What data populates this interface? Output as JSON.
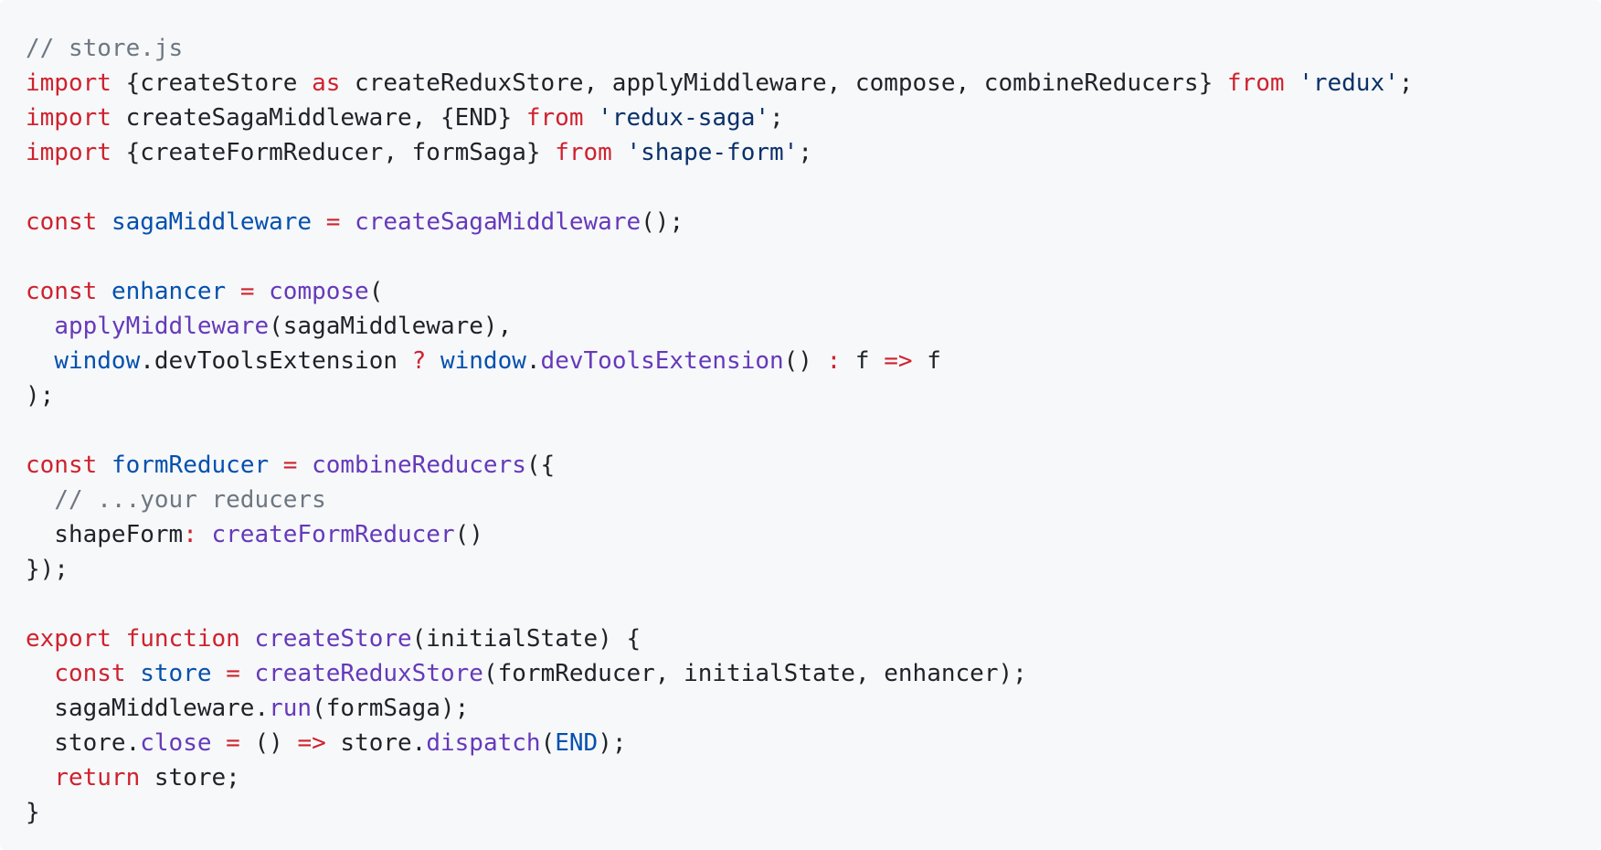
{
  "code": {
    "filename_comment": "// store.js",
    "lines": [
      [
        {
          "t": "// store.js",
          "c": "cm"
        }
      ],
      [
        {
          "t": "import",
          "c": "kw"
        },
        {
          "t": " {createStore ",
          "c": "plain"
        },
        {
          "t": "as",
          "c": "kw"
        },
        {
          "t": " createReduxStore, applyMiddleware, compose, combineReducers} ",
          "c": "plain"
        },
        {
          "t": "from",
          "c": "kw"
        },
        {
          "t": " ",
          "c": "plain"
        },
        {
          "t": "'redux'",
          "c": "str"
        },
        {
          "t": ";",
          "c": "plain"
        }
      ],
      [
        {
          "t": "import",
          "c": "kw"
        },
        {
          "t": " createSagaMiddleware, {END} ",
          "c": "plain"
        },
        {
          "t": "from",
          "c": "kw"
        },
        {
          "t": " ",
          "c": "plain"
        },
        {
          "t": "'redux-saga'",
          "c": "str"
        },
        {
          "t": ";",
          "c": "plain"
        }
      ],
      [
        {
          "t": "import",
          "c": "kw"
        },
        {
          "t": " {createFormReducer, formSaga} ",
          "c": "plain"
        },
        {
          "t": "from",
          "c": "kw"
        },
        {
          "t": " ",
          "c": "plain"
        },
        {
          "t": "'shape-form'",
          "c": "str"
        },
        {
          "t": ";",
          "c": "plain"
        }
      ],
      [],
      [
        {
          "t": "const",
          "c": "kw"
        },
        {
          "t": " ",
          "c": "plain"
        },
        {
          "t": "sagaMiddleware",
          "c": "var"
        },
        {
          "t": " ",
          "c": "plain"
        },
        {
          "t": "=",
          "c": "kw"
        },
        {
          "t": " ",
          "c": "plain"
        },
        {
          "t": "createSagaMiddleware",
          "c": "fn"
        },
        {
          "t": "();",
          "c": "plain"
        }
      ],
      [],
      [
        {
          "t": "const",
          "c": "kw"
        },
        {
          "t": " ",
          "c": "plain"
        },
        {
          "t": "enhancer",
          "c": "var"
        },
        {
          "t": " ",
          "c": "plain"
        },
        {
          "t": "=",
          "c": "kw"
        },
        {
          "t": " ",
          "c": "plain"
        },
        {
          "t": "compose",
          "c": "fn"
        },
        {
          "t": "(",
          "c": "plain"
        }
      ],
      [
        {
          "t": "  ",
          "c": "plain"
        },
        {
          "t": "applyMiddleware",
          "c": "fn"
        },
        {
          "t": "(sagaMiddleware),",
          "c": "plain"
        }
      ],
      [
        {
          "t": "  ",
          "c": "plain"
        },
        {
          "t": "window",
          "c": "var"
        },
        {
          "t": ".devToolsExtension ",
          "c": "plain"
        },
        {
          "t": "?",
          "c": "kw"
        },
        {
          "t": " ",
          "c": "plain"
        },
        {
          "t": "window",
          "c": "var"
        },
        {
          "t": ".",
          "c": "plain"
        },
        {
          "t": "devToolsExtension",
          "c": "fn"
        },
        {
          "t": "() ",
          "c": "plain"
        },
        {
          "t": ":",
          "c": "kw"
        },
        {
          "t": " f ",
          "c": "plain"
        },
        {
          "t": "=>",
          "c": "kw"
        },
        {
          "t": " f",
          "c": "plain"
        }
      ],
      [
        {
          "t": ");",
          "c": "plain"
        }
      ],
      [],
      [
        {
          "t": "const",
          "c": "kw"
        },
        {
          "t": " ",
          "c": "plain"
        },
        {
          "t": "formReducer",
          "c": "var"
        },
        {
          "t": " ",
          "c": "plain"
        },
        {
          "t": "=",
          "c": "kw"
        },
        {
          "t": " ",
          "c": "plain"
        },
        {
          "t": "combineReducers",
          "c": "fn"
        },
        {
          "t": "({",
          "c": "plain"
        }
      ],
      [
        {
          "t": "  ",
          "c": "plain"
        },
        {
          "t": "// ...your reducers",
          "c": "cm"
        }
      ],
      [
        {
          "t": "  shapeForm",
          "c": "plain"
        },
        {
          "t": ":",
          "c": "kw"
        },
        {
          "t": " ",
          "c": "plain"
        },
        {
          "t": "createFormReducer",
          "c": "fn"
        },
        {
          "t": "()",
          "c": "plain"
        }
      ],
      [
        {
          "t": "});",
          "c": "plain"
        }
      ],
      [],
      [
        {
          "t": "export",
          "c": "kw"
        },
        {
          "t": " ",
          "c": "plain"
        },
        {
          "t": "function",
          "c": "kw"
        },
        {
          "t": " ",
          "c": "plain"
        },
        {
          "t": "createStore",
          "c": "fn"
        },
        {
          "t": "(initialState) {",
          "c": "plain"
        }
      ],
      [
        {
          "t": "  ",
          "c": "plain"
        },
        {
          "t": "const",
          "c": "kw"
        },
        {
          "t": " ",
          "c": "plain"
        },
        {
          "t": "store",
          "c": "var"
        },
        {
          "t": " ",
          "c": "plain"
        },
        {
          "t": "=",
          "c": "kw"
        },
        {
          "t": " ",
          "c": "plain"
        },
        {
          "t": "createReduxStore",
          "c": "fn"
        },
        {
          "t": "(formReducer, initialState, enhancer);",
          "c": "plain"
        }
      ],
      [
        {
          "t": "  sagaMiddleware.",
          "c": "plain"
        },
        {
          "t": "run",
          "c": "fn"
        },
        {
          "t": "(formSaga);",
          "c": "plain"
        }
      ],
      [
        {
          "t": "  store.",
          "c": "plain"
        },
        {
          "t": "close",
          "c": "fn"
        },
        {
          "t": " ",
          "c": "plain"
        },
        {
          "t": "=",
          "c": "kw"
        },
        {
          "t": " () ",
          "c": "plain"
        },
        {
          "t": "=>",
          "c": "kw"
        },
        {
          "t": " store.",
          "c": "plain"
        },
        {
          "t": "dispatch",
          "c": "fn"
        },
        {
          "t": "(",
          "c": "plain"
        },
        {
          "t": "END",
          "c": "var"
        },
        {
          "t": ");",
          "c": "plain"
        }
      ],
      [
        {
          "t": "  ",
          "c": "plain"
        },
        {
          "t": "return",
          "c": "kw"
        },
        {
          "t": " store;",
          "c": "plain"
        }
      ],
      [
        {
          "t": "}",
          "c": "plain"
        }
      ]
    ]
  },
  "colors": {
    "background": "#f6f8fa",
    "keyword": "#cf222e",
    "string": "#0a3069",
    "comment": "#6e7781",
    "function": "#6639ba",
    "variable": "#0550ae",
    "text": "#1f2328"
  }
}
